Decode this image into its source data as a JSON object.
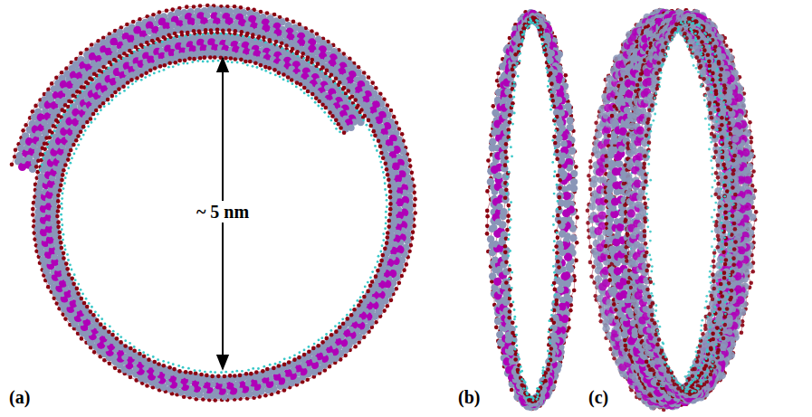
{
  "diagram": {
    "labels": [
      "~ 5 nm",
      "(a)",
      "(b)",
      "(c)"
    ]
  }
}
